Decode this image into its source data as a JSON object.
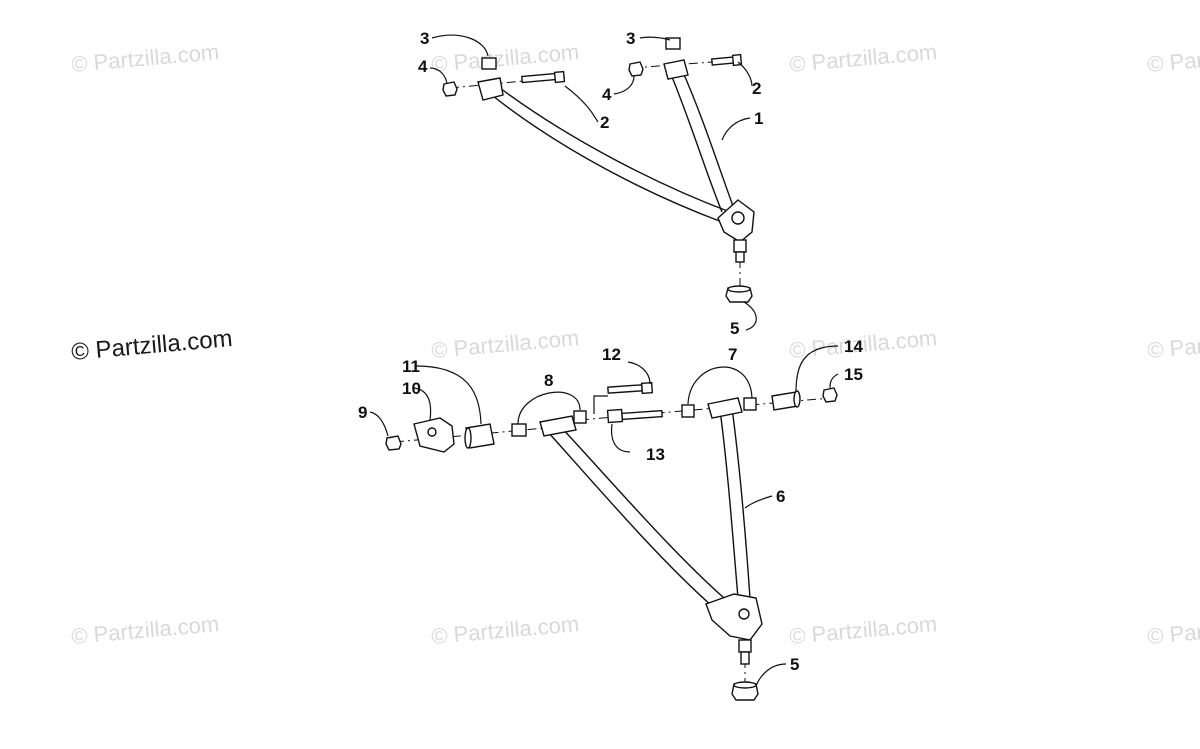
{
  "watermark": {
    "text": "© Partzilla.com",
    "main_text": "© Partzilla.com"
  },
  "callouts": {
    "c1": "1",
    "c2a": "2",
    "c2b": "2",
    "c3a": "3",
    "c3b": "3",
    "c4a": "4",
    "c4b": "4",
    "c5a": "5",
    "c5b": "5",
    "c6": "6",
    "c7": "7",
    "c8": "8",
    "c9": "9",
    "c10": "10",
    "c11": "11",
    "c12": "12",
    "c13": "13",
    "c14": "14",
    "c15": "15"
  },
  "colors": {
    "line": "#111111",
    "watermark": "#d9d9d9",
    "background": "#ffffff"
  }
}
